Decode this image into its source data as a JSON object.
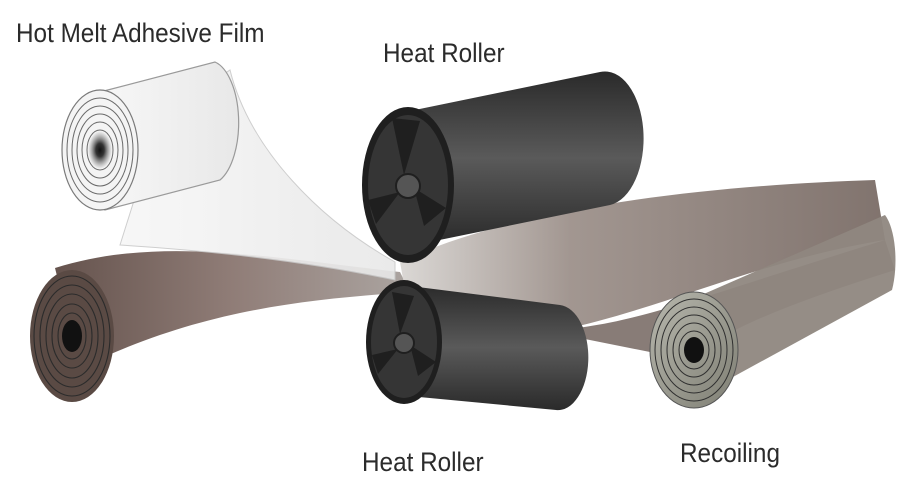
{
  "labels": {
    "film": "Hot Melt Adhesive Film",
    "heat_roller_top": "Heat Roller",
    "heat_roller_bottom": "Heat Roller",
    "recoiling": "Recoiling"
  },
  "icons": {
    "film_roll": "film-roll-icon",
    "substrate_roll": "substrate-roll-icon",
    "heat_roller": "heat-roller-icon",
    "recoil_roll": "recoiling-roll-icon"
  },
  "colors": {
    "film": "#f2f2f2",
    "substrate": "#7a645c",
    "laminate": "#8a7f79",
    "roller": "#3a3a3a",
    "recoil": "#9a9a8e",
    "label": "#2b2b2b"
  }
}
